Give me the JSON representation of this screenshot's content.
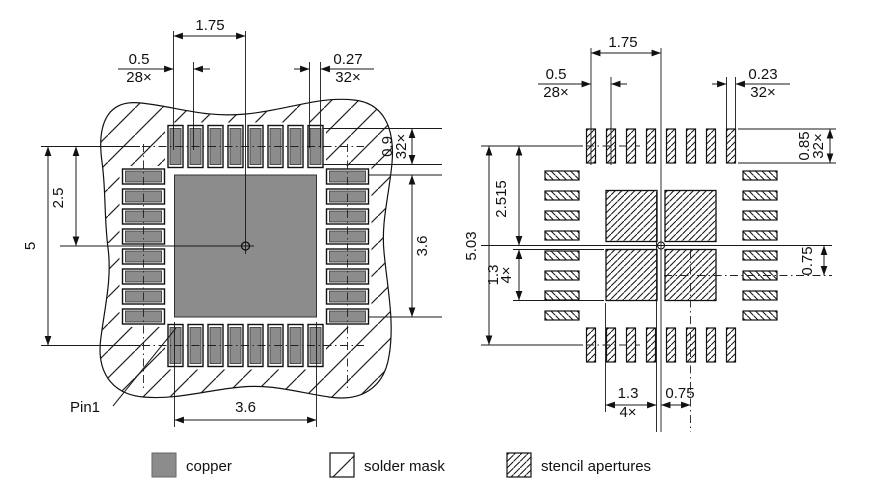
{
  "figure": {
    "type": "QFN land pattern / stencil drawing",
    "views": [
      "copper and solder mask footprint",
      "stencil apertures"
    ]
  },
  "colors": {
    "copper": "#8c8c8c",
    "outline": "#111111",
    "hatch": "#222222",
    "background": "#ffffff"
  },
  "left_view": {
    "top_offset": "1.75",
    "pitch_value": "0.5",
    "pitch_count": "28×",
    "pad_width_value": "0.27",
    "pad_width_count": "32×",
    "pad_length_value": "0.9",
    "pad_length_count": "32×",
    "half_span": "2.5",
    "full_span": "5",
    "thermal_width": "3.6",
    "thermal_height": "3.6",
    "pin1_label": "Pin1"
  },
  "right_view": {
    "top_offset": "1.75",
    "pitch_value": "0.5",
    "pitch_count": "28×",
    "aperture_width_value": "0.23",
    "aperture_width_count": "32×",
    "aperture_length_value": "0.85",
    "aperture_length_count": "32×",
    "half_span": "2.515",
    "full_span": "5.03",
    "thermal_aperture_v_value": "1.3",
    "thermal_aperture_v_count": "4×",
    "thermal_offset_v": "0.75",
    "thermal_aperture_h_value": "1.3",
    "thermal_aperture_h_count": "4×",
    "thermal_offset_h": "0.75"
  },
  "legend": {
    "copper": "copper",
    "solder_mask": "solder mask",
    "stencil": "stencil apertures"
  }
}
